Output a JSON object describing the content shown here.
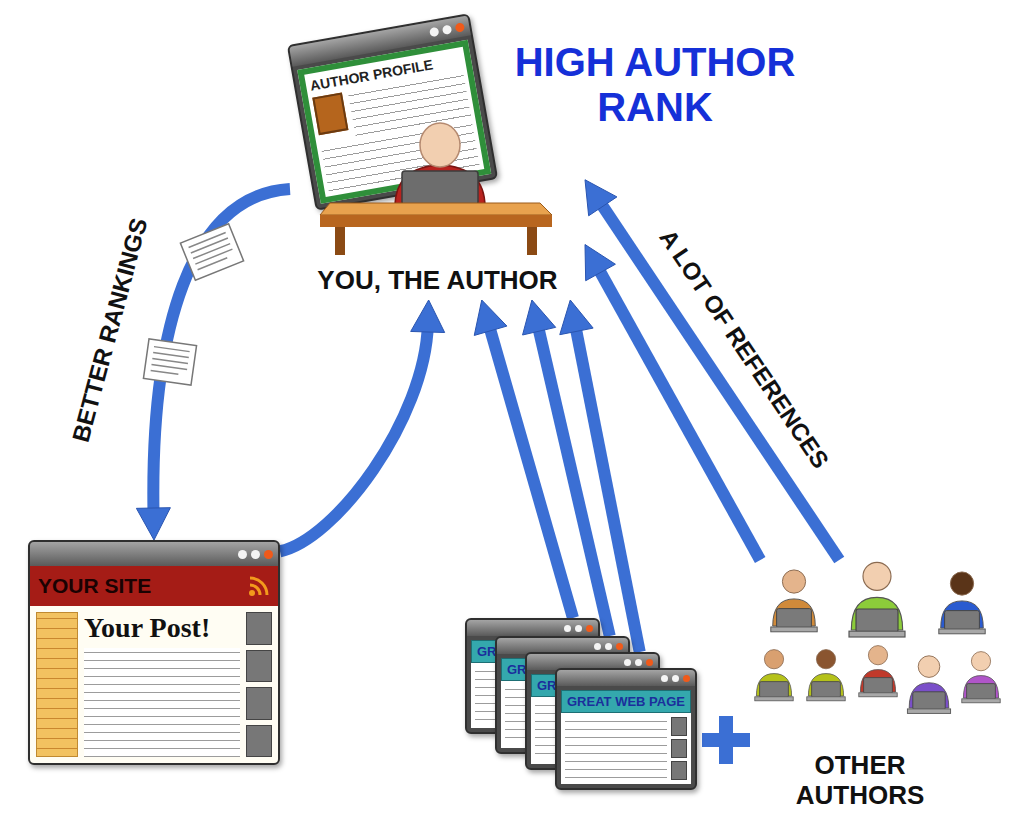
{
  "diagram": {
    "title": "HIGH AUTHOR RANK",
    "nodes": [
      {
        "text": [
          "AUTHOR PROFILE"
        ]
      },
      {
        "text": [
          "YOU, THE AUTHOR"
        ]
      },
      {
        "text": [
          "YOUR SITE",
          "Your Post!"
        ]
      },
      {
        "text": [
          "GRE"
        ]
      },
      {
        "text": [
          "GRE"
        ]
      },
      {
        "text": [
          "GRE"
        ]
      },
      {
        "text": [
          "GREAT WEB PAGE"
        ]
      },
      {
        "text": [
          "OTHER AUTHORS"
        ]
      }
    ],
    "edges": [
      {
        "from": 1,
        "to": 2,
        "arrow": "to",
        "label": "BETTER RANKINGS"
      },
      {
        "from": 2,
        "to": 1,
        "arrow": "to"
      },
      {
        "from": 3,
        "to": 1,
        "arrow": "to"
      },
      {
        "from": 4,
        "to": 1,
        "arrow": "to"
      },
      {
        "from": 5,
        "to": 1,
        "arrow": "to"
      },
      {
        "from": 7,
        "to": 1,
        "arrow": "to"
      },
      {
        "from": 7,
        "to": 1,
        "arrow": "to",
        "label": "A LOT OF REFERENCES"
      }
    ]
  }
}
